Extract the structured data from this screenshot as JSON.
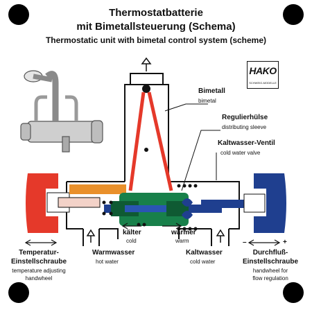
{
  "title": {
    "line1": "Thermostatbatterie",
    "line2": "mit Bimetallsteuerung (Schema)",
    "line3": "Thermostatic unit with bimetal control system (scheme)"
  },
  "logo": {
    "text": "HAKO",
    "subtext": "SCHWEIG-MODELLE"
  },
  "labels": {
    "bimetall_de": "Bimetall",
    "bimetall_en": "bimetal",
    "regulierhuelse_de": "Regulierhülse",
    "regulierhuelse_en": "distributing sleeve",
    "kaltwasser_ventil_de": "Kaltwasser-Ventil",
    "kaltwasser_ventil_en": "cold water valve",
    "kaelter_de": "kälter",
    "kaelter_en": "cold",
    "waermer_de": "wärmer",
    "waermer_en": "warm",
    "temp_de_1": "Temperatur-",
    "temp_de_2": "Einstellschraube",
    "temp_en_1": "temperature adjusting",
    "temp_en_2": "handwheel",
    "warmwasser_de": "Warmwasser",
    "warmwasser_en": "hot water",
    "kaltwasser_de": "Kaltwasser",
    "kaltwasser_en": "cold water",
    "durchfluss_de_1": "Durchfluß-",
    "durchfluss_de_2": "Einstellschraube",
    "durchfluss_en_1": "handwheel for",
    "durchfluss_en_2": "flow regulation",
    "minus": "–",
    "plus": "+"
  },
  "colors": {
    "hot": "#e5392a",
    "cold": "#1f3f8f",
    "valve": "#18804a",
    "rod": "#e9902b",
    "outline": "#111111"
  }
}
